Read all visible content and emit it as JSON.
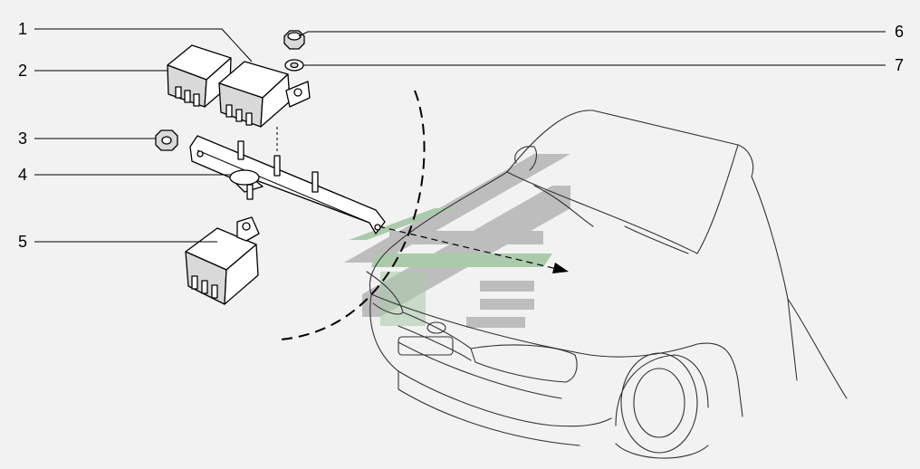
{
  "callouts": [
    "1",
    "2",
    "3",
    "4",
    "5",
    "6",
    "7"
  ],
  "colors": {
    "background": "#f2f2f2",
    "line": "#000000",
    "watermark_gray": "#b4b4b4",
    "watermark_green": "#9fc49f"
  }
}
